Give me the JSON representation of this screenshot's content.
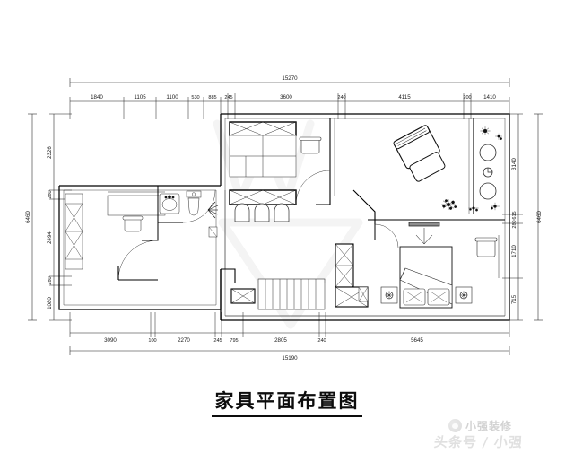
{
  "document": {
    "title": "家具平面布置图",
    "drawing_type": "furniture-floor-plan"
  },
  "watermark": {
    "center_glyph": "W",
    "footer_brand": "小强装修",
    "footer_account": "头条号 / 小强",
    "logo": "avatar-logo-icon"
  },
  "dimensions": {
    "top_total": "15270",
    "bottom_total": "15190",
    "left_total": "6460",
    "right_total": "6460",
    "top_chain": [
      "1840",
      "1105",
      "1100",
      "530",
      "885",
      "245",
      "3600",
      "240",
      "4115",
      "200",
      "1410"
    ],
    "bottom_chain": [
      "3090",
      "100",
      "2270",
      "245",
      "795",
      "2805",
      "240",
      "5645"
    ],
    "left_chain": [
      "2326",
      "280",
      "2494",
      "280",
      "1080"
    ],
    "right_chain": [
      "3140",
      "615",
      "280",
      "1710",
      "715"
    ]
  },
  "colors": {
    "ink": "#1a1a1a",
    "wall": "#000000",
    "thin": "#4a4a4a",
    "dim": "#2b2b2b",
    "paper": "#ffffff"
  },
  "rooms": [
    {
      "name": "study-bedroom-left",
      "furniture": [
        "wardrobe",
        "desk",
        "chair"
      ]
    },
    {
      "name": "bathroom",
      "furniture": [
        "sink",
        "toilet",
        "door-swing"
      ]
    },
    {
      "name": "kitchen",
      "furniture": [
        "counter-upper",
        "counter-lower",
        "bar-stool",
        "bar-stool",
        "bar-stool"
      ]
    },
    {
      "name": "dining",
      "furniture": [
        "dining-table",
        "dining-chair"
      ]
    },
    {
      "name": "stair-hall",
      "furniture": [
        "staircase",
        "closet"
      ]
    },
    {
      "name": "living-room",
      "furniture": [
        "armchair",
        "plant"
      ]
    },
    {
      "name": "balcony",
      "furniture": [
        "planter",
        "planter",
        "planter",
        "plant",
        "plant"
      ]
    },
    {
      "name": "master-bedroom",
      "furniture": [
        "double-bed",
        "nightstand",
        "nightstand",
        "tv-wall-unit",
        "chair"
      ]
    }
  ]
}
